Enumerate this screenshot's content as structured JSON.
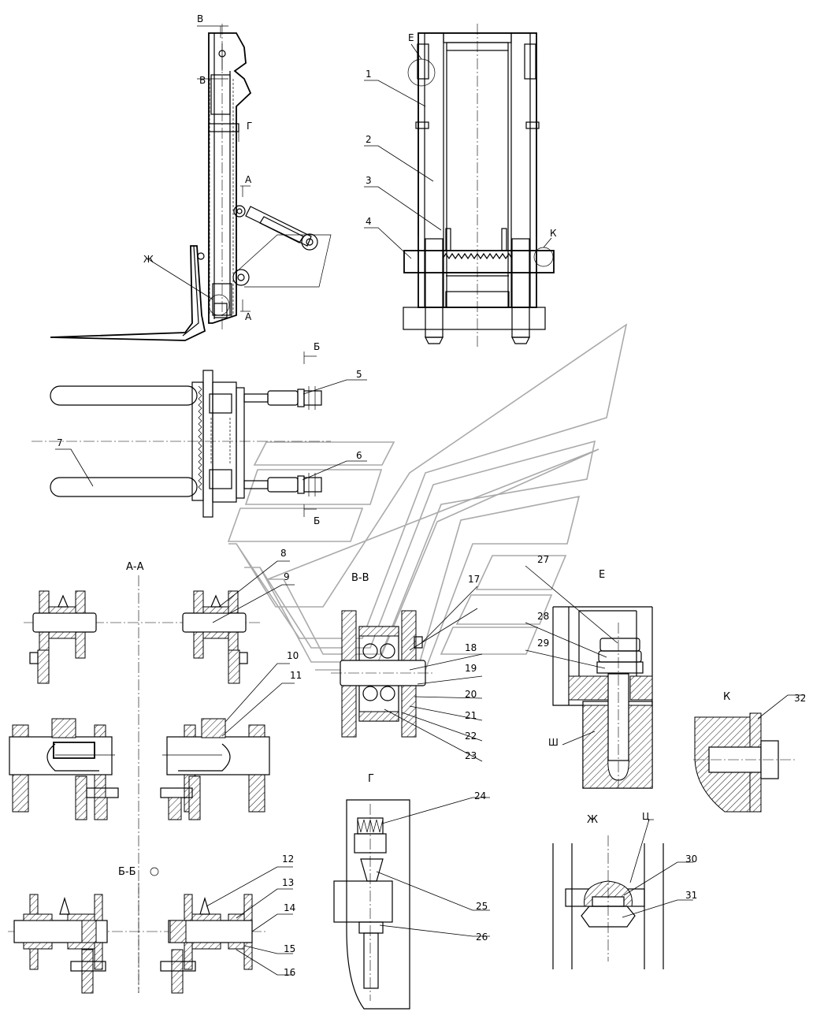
{
  "views": {
    "section_aa": "А-А",
    "section_bb": "Б-Б",
    "section_vv": "В-В",
    "detail_e": "Е",
    "detail_k": "К",
    "detail_g": "Г",
    "detail_zh": "Ж"
  },
  "cut_marks": {
    "v_top": "В",
    "v_bottom": "В",
    "g": "Г",
    "a_top": "А",
    "a_bottom": "А",
    "zh": "Ж",
    "e": "Е",
    "k": "К",
    "b_top": "Б",
    "b_bottom": "Б"
  },
  "callouts": {
    "sh": "Ш",
    "ts": "Ц"
  },
  "positions": [
    "1",
    "2",
    "3",
    "4",
    "5",
    "6",
    "7",
    "8",
    "9",
    "10",
    "11",
    "12",
    "13",
    "14",
    "15",
    "16",
    "17",
    "18",
    "19",
    "20",
    "21",
    "22",
    "23",
    "24",
    "25",
    "26",
    "27",
    "28",
    "29",
    "30",
    "31",
    "32"
  ]
}
